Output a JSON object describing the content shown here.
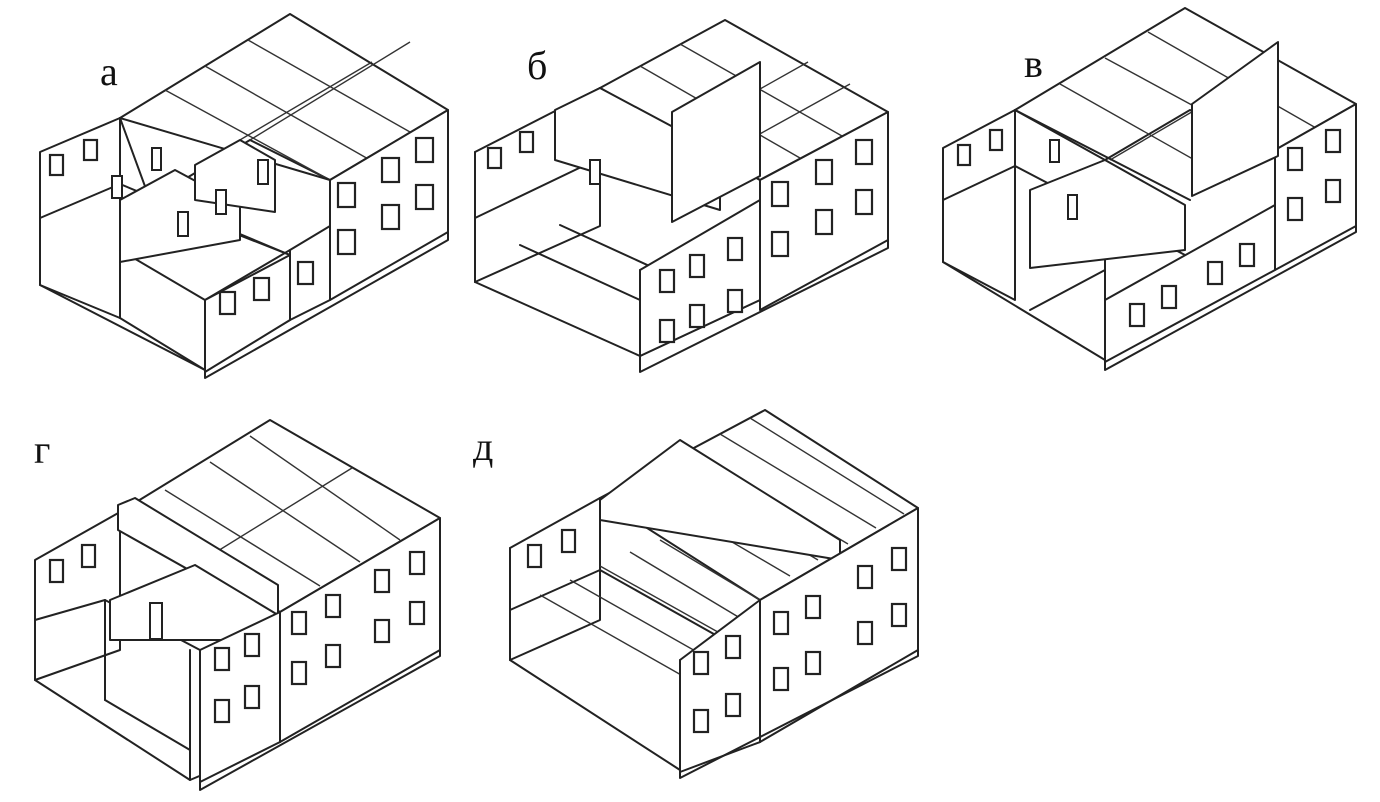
{
  "figure": {
    "panels": [
      {
        "id": "a",
        "label": "а"
      },
      {
        "id": "b",
        "label": "б"
      },
      {
        "id": "v",
        "label": "в"
      },
      {
        "id": "g",
        "label": "г"
      },
      {
        "id": "d",
        "label": "д"
      }
    ]
  },
  "icons": [
    "panel-building-isometric"
  ],
  "colors": {
    "line": "#222222",
    "background": "#ffffff"
  }
}
